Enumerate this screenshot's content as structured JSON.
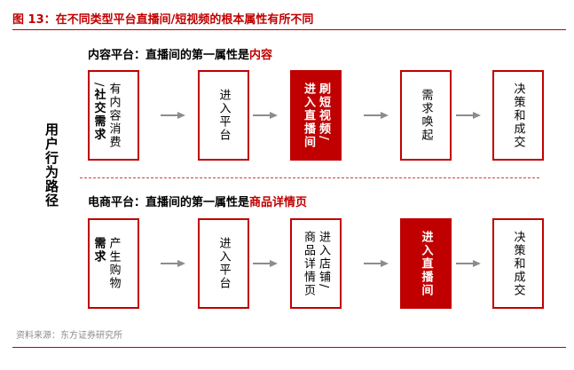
{
  "figure_title": "图 13：在不同类型平台直播间/短视频的根本属性有所不同",
  "side_label": "用户行为路径",
  "section1": {
    "title_prefix": "内容平台：直播间的第一属性是",
    "title_highlight": "内容",
    "steps": [
      {
        "lines": "有内容消费\n/社交需求",
        "style": "partial_bold"
      },
      {
        "lines": "进入平台",
        "style": "plain"
      },
      {
        "lines": "刷短视频/\n进入直播间",
        "style": "red"
      },
      {
        "lines": "需求唤起",
        "style": "plain"
      },
      {
        "lines": "决策和成交",
        "style": "plain"
      }
    ]
  },
  "section2": {
    "title_prefix": "电商平台：直播间的第一属性是",
    "title_highlight": "商品详情页",
    "steps": [
      {
        "lines": "产生购物\n需求",
        "style": "partial_bold"
      },
      {
        "lines": "进入平台",
        "style": "plain"
      },
      {
        "lines": "进入店铺/\n商品详情页",
        "style": "plain"
      },
      {
        "lines": "进入直播间",
        "style": "red"
      },
      {
        "lines": "决策和成交",
        "style": "plain"
      }
    ]
  },
  "source": "资料来源：东方证券研究所",
  "colors": {
    "accent": "#c00000",
    "arrow": "#8c8c8c"
  }
}
